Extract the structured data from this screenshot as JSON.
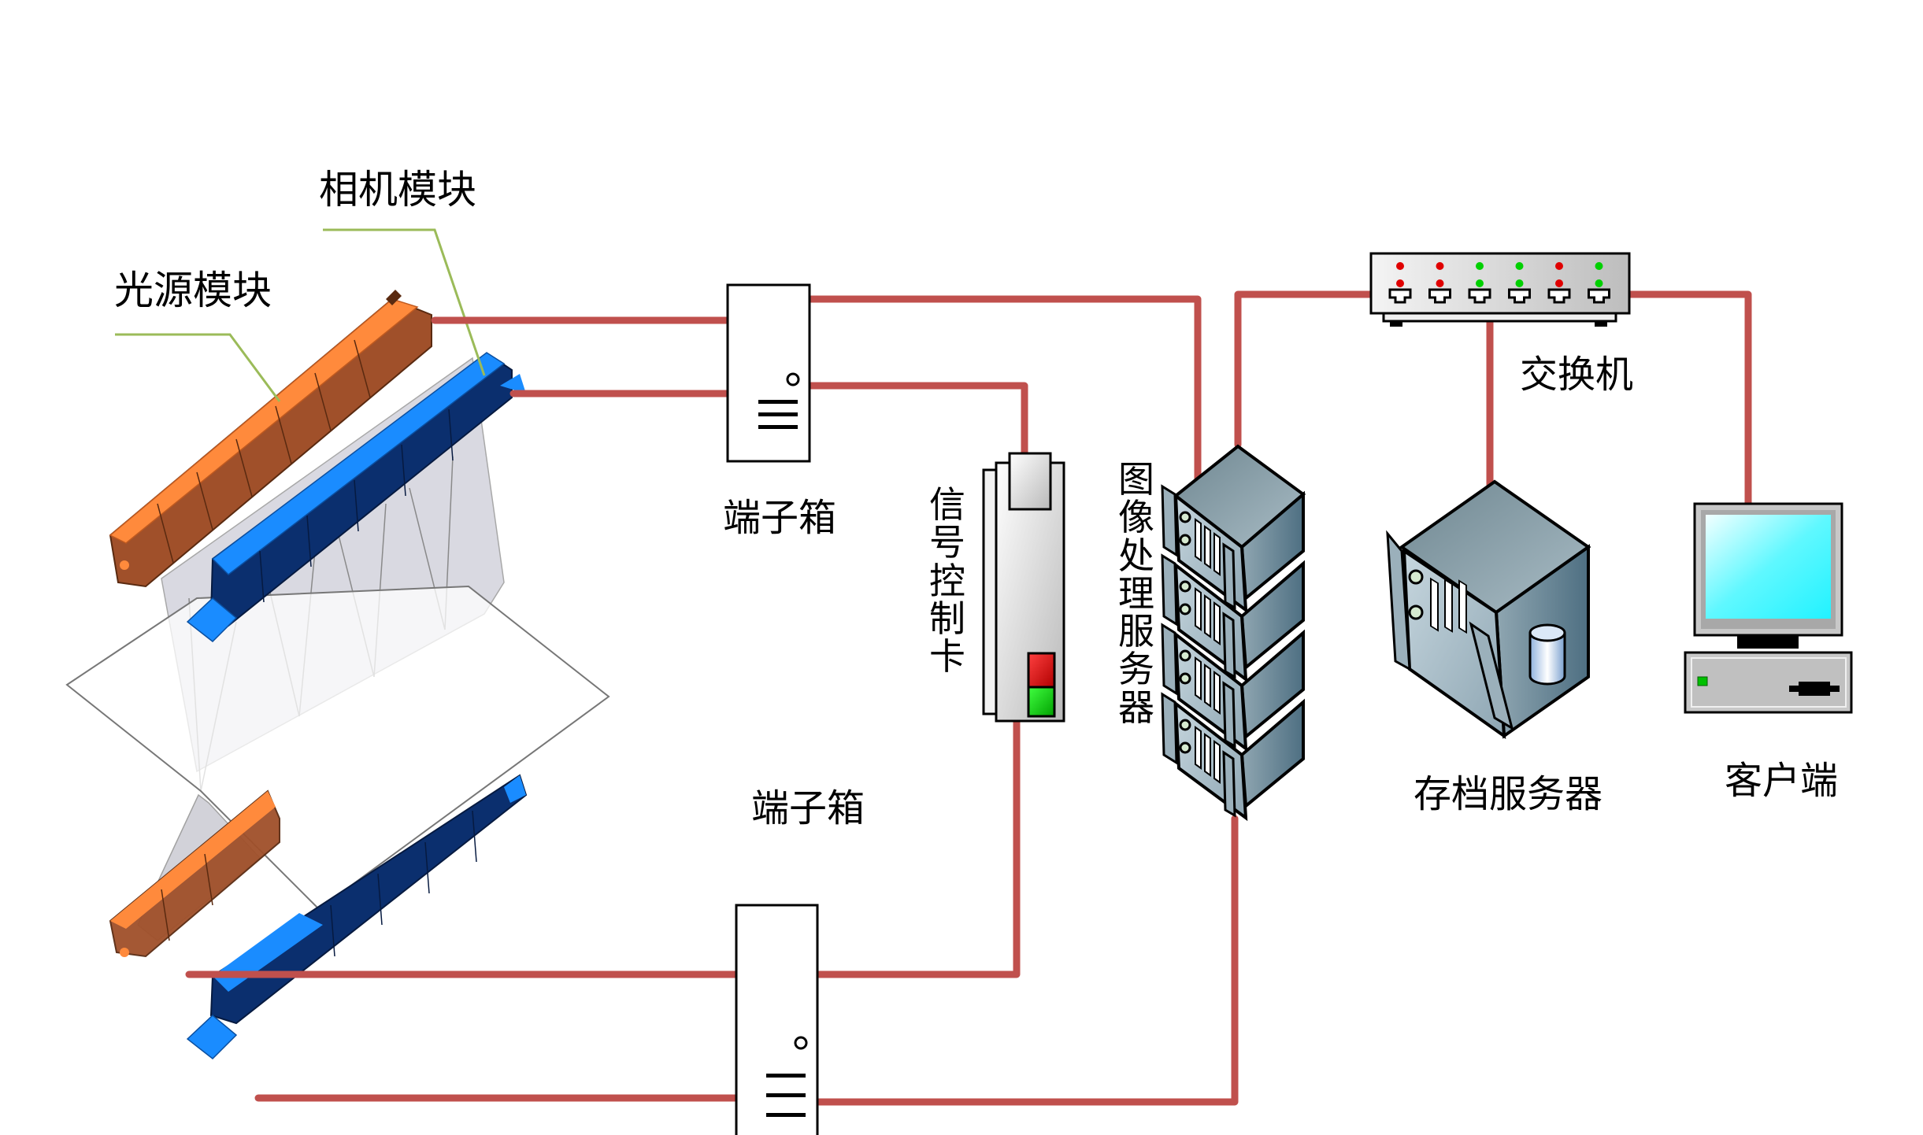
{
  "diagram": {
    "title": "",
    "colors": {
      "cable": "#c0504d",
      "leader": "#9bbb59",
      "light_module": "#c8652c",
      "camera_module": "#1f6fd6",
      "led_red": "#e00000",
      "led_green": "#00d000",
      "screen": "#22f2ff"
    },
    "labels": {
      "camera_module": "相机模块",
      "light_module": "光源模块",
      "terminal_box_top": "端子箱",
      "terminal_box_bottom": "端子箱",
      "signal_card": "信号控制卡",
      "image_server": "图像处理服务器",
      "switch": "交换机",
      "archive_server": "存档服务器",
      "client": "客户端"
    },
    "switch_leds": [
      {
        "port": 1,
        "top": "red",
        "bottom": "red"
      },
      {
        "port": 2,
        "top": "red",
        "bottom": "red"
      },
      {
        "port": 3,
        "top": "green",
        "bottom": "green"
      },
      {
        "port": 4,
        "top": "green",
        "bottom": "green"
      },
      {
        "port": 5,
        "top": "red",
        "bottom": "red"
      },
      {
        "port": 6,
        "top": "green",
        "bottom": "green"
      }
    ],
    "signal_card_leds": [
      "red",
      "green"
    ],
    "image_server_units": 4,
    "connections": [
      {
        "from": "light_module_top",
        "to": "terminal_box_top"
      },
      {
        "from": "camera_module_top",
        "to": "terminal_box_top"
      },
      {
        "from": "terminal_box_top",
        "to": "image_server"
      },
      {
        "from": "terminal_box_top",
        "to": "signal_card"
      },
      {
        "from": "light_module_bottom",
        "to": "terminal_box_bottom"
      },
      {
        "from": "camera_module_bottom",
        "to": "terminal_box_bottom"
      },
      {
        "from": "terminal_box_bottom",
        "to": "signal_card"
      },
      {
        "from": "terminal_box_bottom",
        "to": "image_server"
      },
      {
        "from": "image_server",
        "to": "switch"
      },
      {
        "from": "switch",
        "to": "archive_server"
      },
      {
        "from": "switch",
        "to": "client"
      }
    ]
  }
}
